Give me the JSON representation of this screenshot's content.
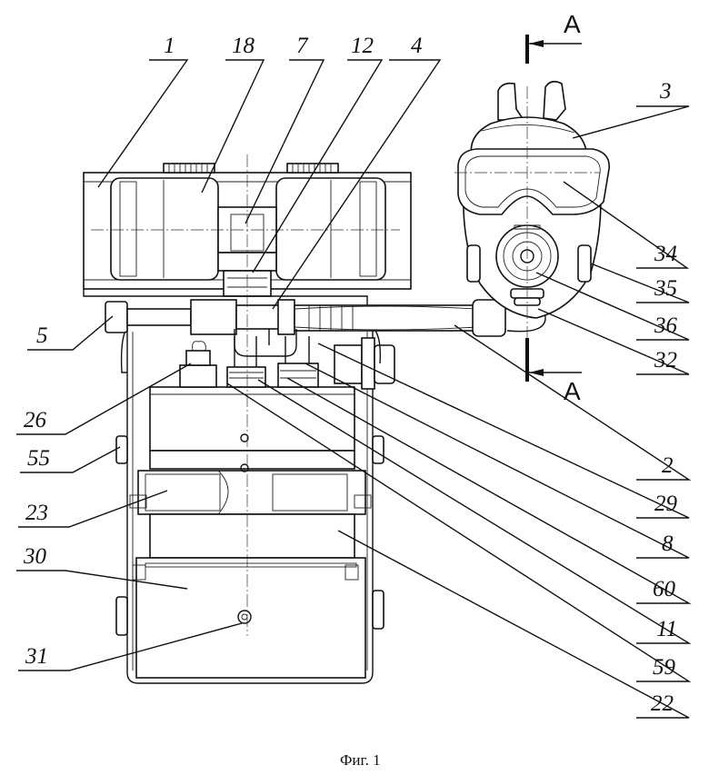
{
  "labels": {
    "l1": "1",
    "l18": "18",
    "l7": "7",
    "l12": "12",
    "l4": "4",
    "l3": "3",
    "l34": "34",
    "l35": "35",
    "l36": "36",
    "l32": "32",
    "l5": "5",
    "l26": "26",
    "l55": "55",
    "l23": "23",
    "l30": "30",
    "l31": "31",
    "l2": "2",
    "l29": "29",
    "l8": "8",
    "l60": "60",
    "l11": "11",
    "l59": "59",
    "l22": "22"
  },
  "section": {
    "top": "A",
    "bottom": "A"
  },
  "caption": "Фиг. 1"
}
